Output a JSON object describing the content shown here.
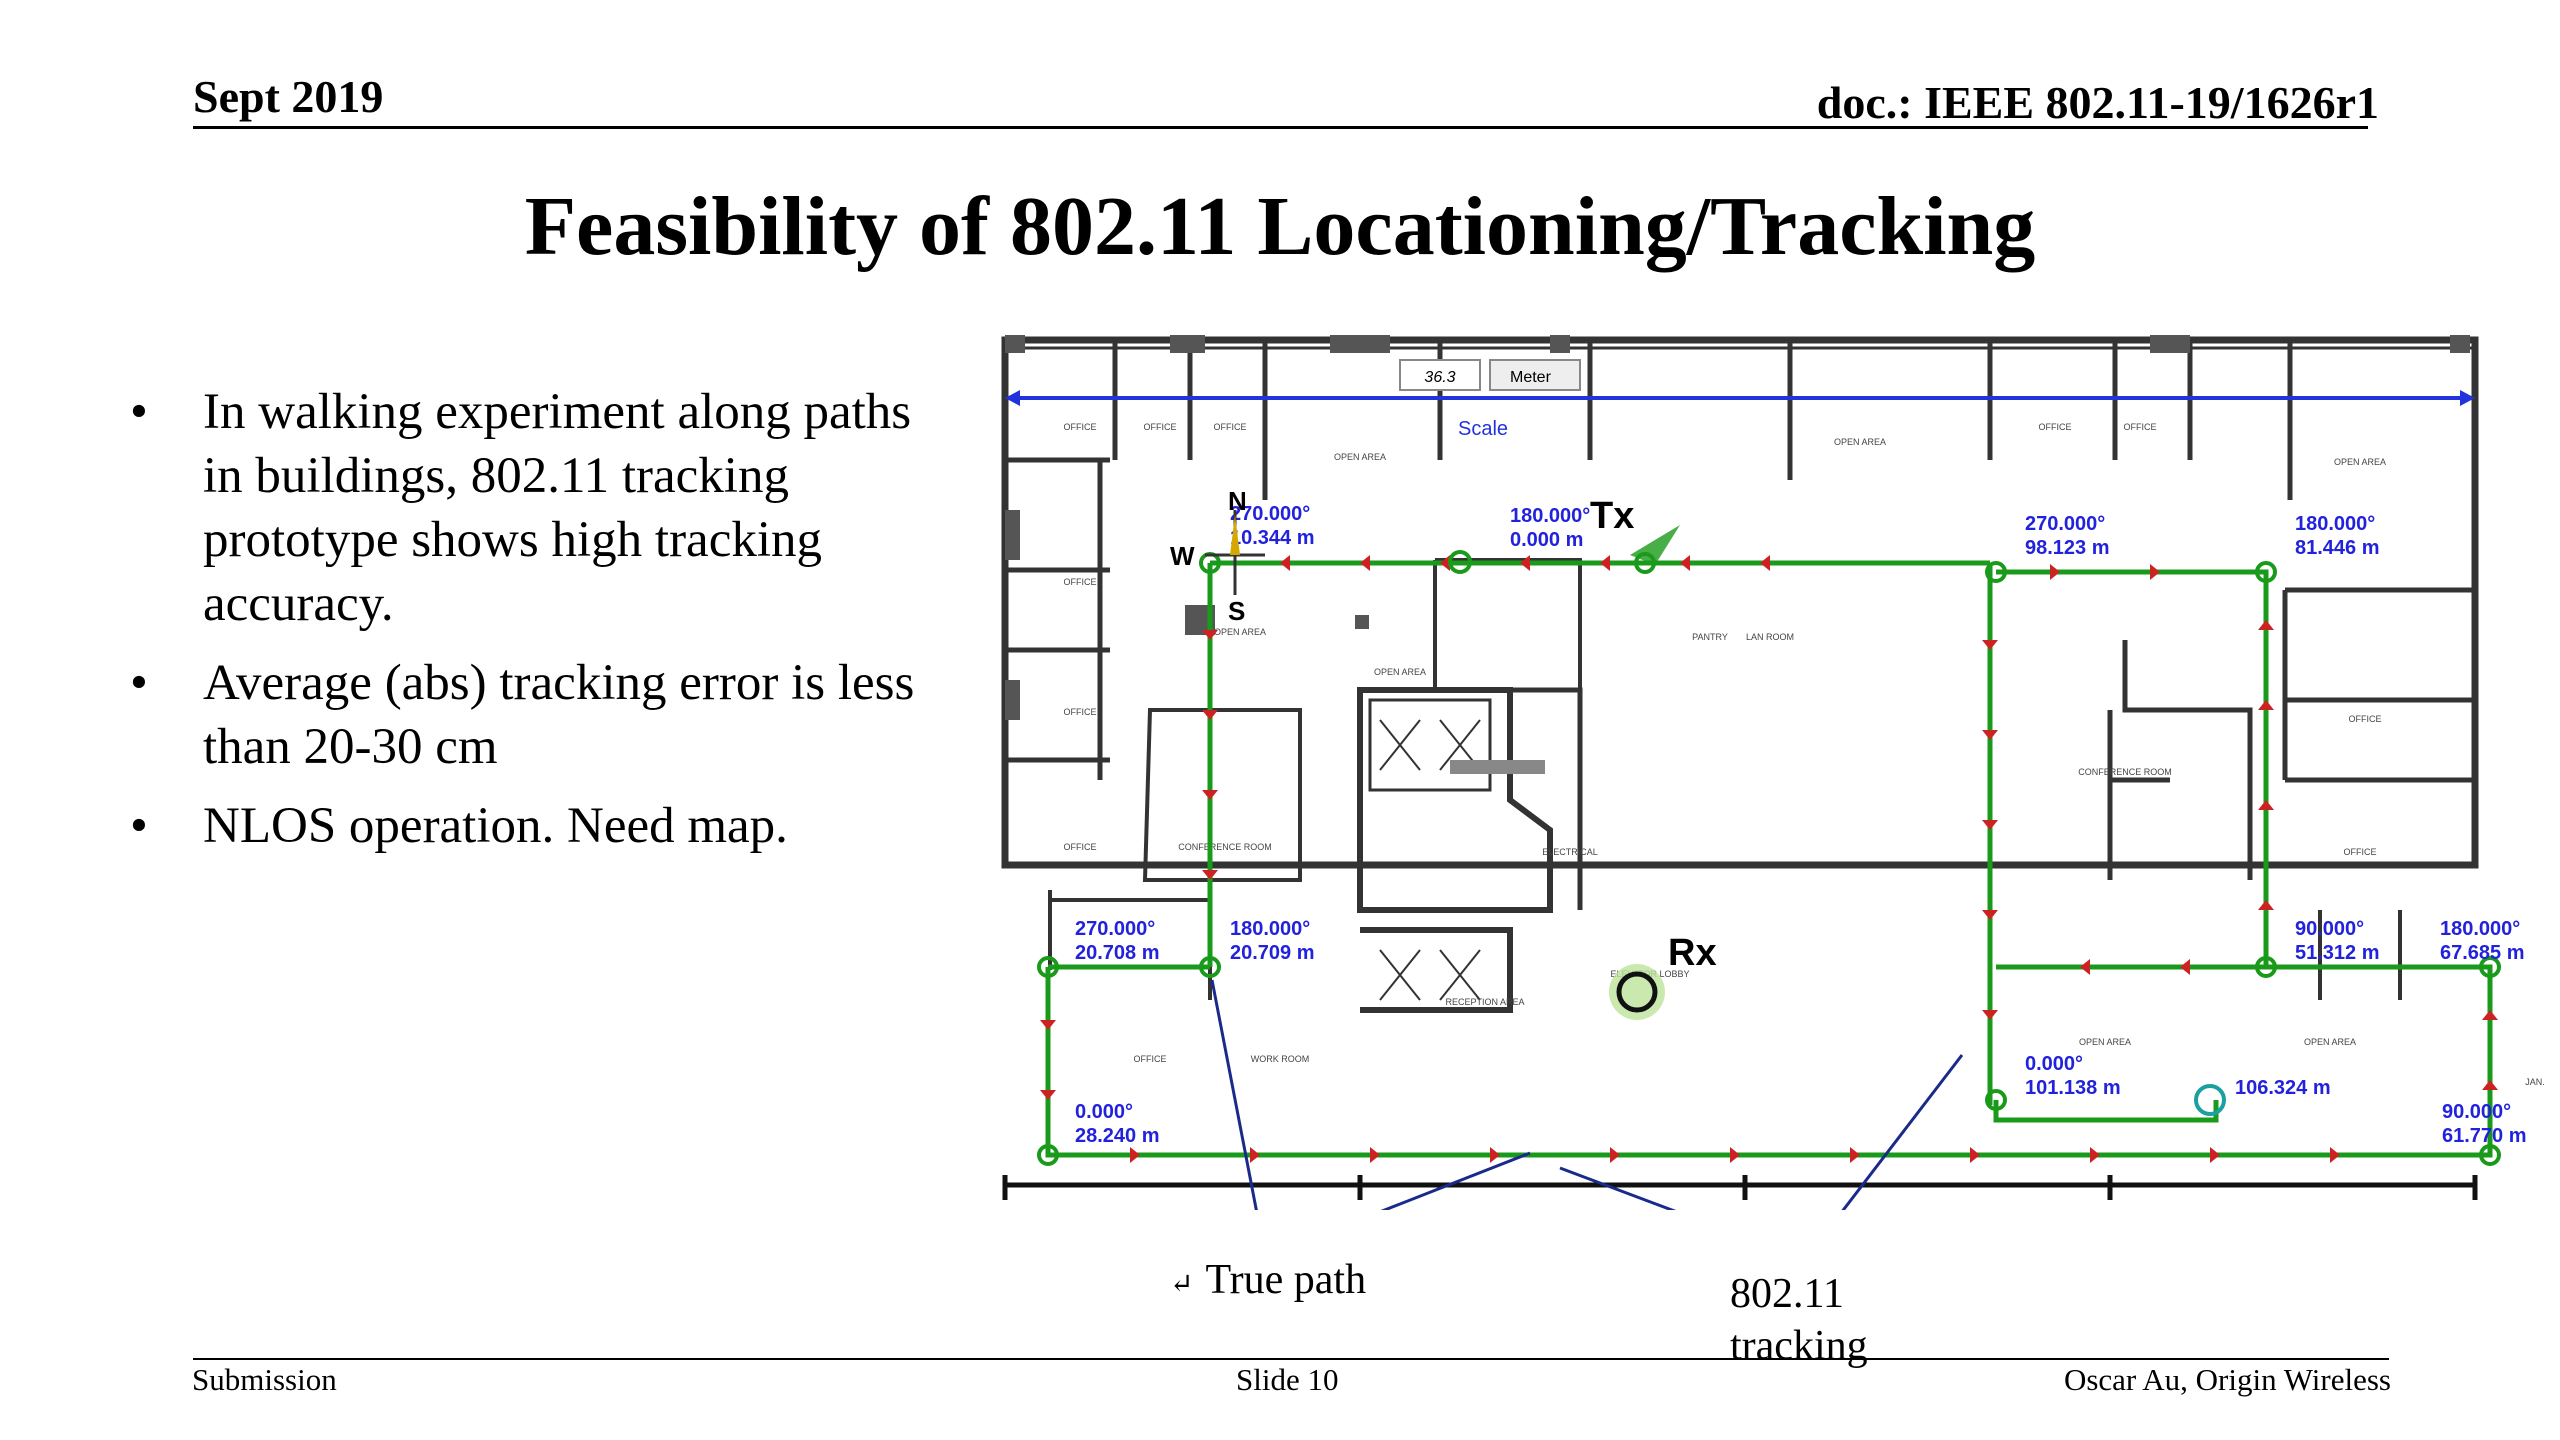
{
  "header": {
    "date": "Sept 2019",
    "doc": "doc.: IEEE 802.11-19/1626r1"
  },
  "title": "Feasibility of 802.11 Locationing/Tracking",
  "bullets": [
    "In walking experiment along paths in buildings, 802.11 tracking prototype shows high tracking accuracy.",
    "Average (abs) tracking error is less than 20-30 cm",
    "NLOS operation. Need map."
  ],
  "bullet_symbol": "•",
  "floorplan": {
    "scale_value": "36.3",
    "scale_unit": "Meter",
    "scale_label": "Scale",
    "tx_label": "Tx",
    "rx_label": "Rx",
    "compass": {
      "n": "N",
      "s": "S",
      "w": "W"
    },
    "room_labels": [
      "OFFICE",
      "OFFICE",
      "OFFICE",
      "OPEN AREA",
      "OPEN AREA",
      "OFFICE",
      "OFFICE",
      "OPEN AREA",
      "OFFICE",
      "OPEN AREA",
      "OPEN AREA",
      "PANTRY",
      "LAN ROOM",
      "OFFICE",
      "CONFERENCE ROOM",
      "OFFICE",
      "OFFICE",
      "CONFERENCE ROOM",
      "ELECTRICAL",
      "OFFICE",
      "RECEPTION AREA",
      "ELEVATOR LOBBY",
      "OFFICE",
      "WORK ROOM",
      "OPEN AREA",
      "OPEN AREA",
      "JAN."
    ],
    "waypoints": [
      {
        "angle": "270.000°",
        "dist": "10.344 m"
      },
      {
        "angle": "180.000°",
        "dist": "0.000 m"
      },
      {
        "angle": "270.000°",
        "dist": "98.123 m"
      },
      {
        "angle": "180.000°",
        "dist": "81.446 m"
      },
      {
        "angle": "270.000°",
        "dist": "20.708 m"
      },
      {
        "angle": "180.000°",
        "dist": "20.709 m"
      },
      {
        "angle": "90.000°",
        "dist": "51.312 m"
      },
      {
        "angle": "180.000°",
        "dist": "67.685 m"
      },
      {
        "angle": "0.000°",
        "dist": "101.138 m"
      },
      {
        "angle": "",
        "dist": "106.324 m"
      },
      {
        "angle": "0.000°",
        "dist": "28.240 m"
      },
      {
        "angle": "90.000°",
        "dist": "61.770 m"
      }
    ]
  },
  "labels": {
    "true_path": "True path",
    "tracking": "802.11 tracking",
    "true_path_mark": "↵"
  },
  "footer": {
    "left": "Submission",
    "center": "Slide 10",
    "right": "Oscar Au, Origin Wireless"
  },
  "colors": {
    "path_green": "#1a9a1a",
    "arrow_red": "#cc2222",
    "label_blue": "#2222dd",
    "pointer_navy": "#1a2a8a"
  }
}
